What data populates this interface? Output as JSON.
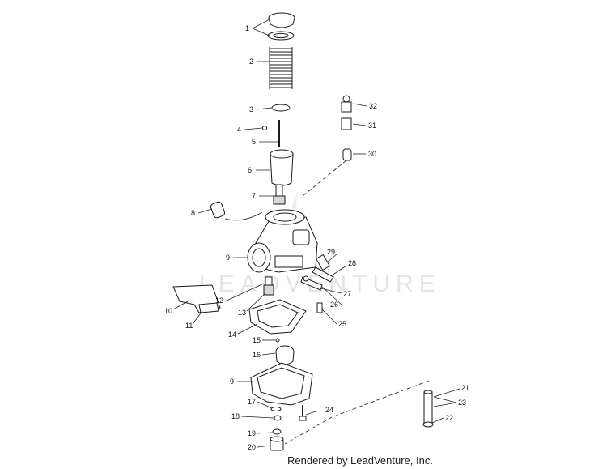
{
  "watermark": {
    "text": "LEADVENTURE"
  },
  "footer": {
    "credit": "Rendered by LeadVenture, Inc."
  },
  "callouts": [
    "1",
    "2",
    "3",
    "4",
    "5",
    "6",
    "7",
    "8",
    "9",
    "9",
    "10",
    "11",
    "12",
    "13",
    "14",
    "15",
    "16",
    "17",
    "18",
    "19",
    "20",
    "21",
    "22",
    "23",
    "24",
    "25",
    "26",
    "27",
    "28",
    "29",
    "30",
    "31",
    "32"
  ]
}
